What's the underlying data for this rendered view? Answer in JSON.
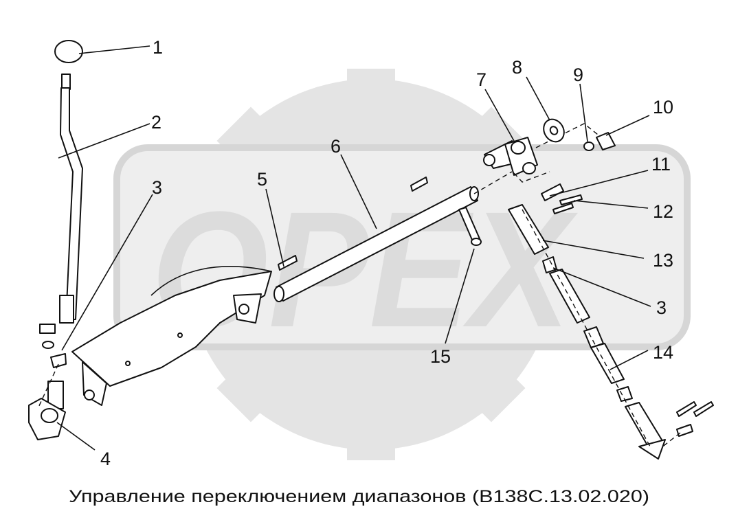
{
  "watermark": {
    "logo_text": "OPEX"
  },
  "caption": "Управление переключением диапазонов (В138С.13.02.020)",
  "callouts": [
    {
      "id": "callout-1",
      "label": "1"
    },
    {
      "id": "callout-2",
      "label": "2"
    },
    {
      "id": "callout-3-left",
      "label": "3"
    },
    {
      "id": "callout-4",
      "label": "4"
    },
    {
      "id": "callout-5",
      "label": "5"
    },
    {
      "id": "callout-6",
      "label": "6"
    },
    {
      "id": "callout-7",
      "label": "7"
    },
    {
      "id": "callout-8",
      "label": "8"
    },
    {
      "id": "callout-9",
      "label": "9"
    },
    {
      "id": "callout-10",
      "label": "10"
    },
    {
      "id": "callout-11",
      "label": "11"
    },
    {
      "id": "callout-12",
      "label": "12"
    },
    {
      "id": "callout-13",
      "label": "13"
    },
    {
      "id": "callout-3-right",
      "label": "3"
    },
    {
      "id": "callout-14",
      "label": "14"
    },
    {
      "id": "callout-15",
      "label": "15"
    }
  ]
}
